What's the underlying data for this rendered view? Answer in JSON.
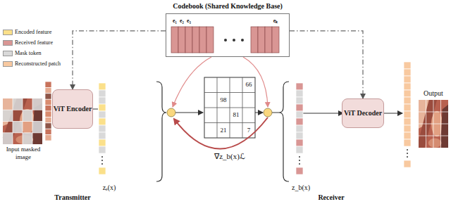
{
  "diagram": {
    "nodes": [
      {
        "text": [
          "Codebook (Shared Knowledge Base)"
        ]
      },
      {
        "text": [
          "ViT Encoder"
        ]
      },
      {
        "text": [
          "ViT Decoder"
        ]
      }
    ],
    "edges": [
      {
        "from": 0,
        "to": 1,
        "arrow": "to"
      },
      {
        "from": 0,
        "to": 2,
        "arrow": "to"
      }
    ],
    "labels": [
      "Input masked image",
      "Transmitter",
      "zₑ(x)",
      "e₁",
      "e₂",
      "e₃",
      "eₖ",
      "66",
      "98",
      "81",
      "21",
      "7",
      "∇z_b(x)ℒ",
      "z_b(x)",
      "Receiver",
      "Output"
    ],
    "legend": [
      {
        "text": "Encoded feature",
        "color": "#fbe08a"
      },
      {
        "text": "Received feature",
        "color": "#d99694"
      },
      {
        "text": "Mask token",
        "color": "#d9d9d9"
      },
      {
        "text": "Reconstructed patch",
        "color": "#f8c9a0"
      }
    ]
  }
}
